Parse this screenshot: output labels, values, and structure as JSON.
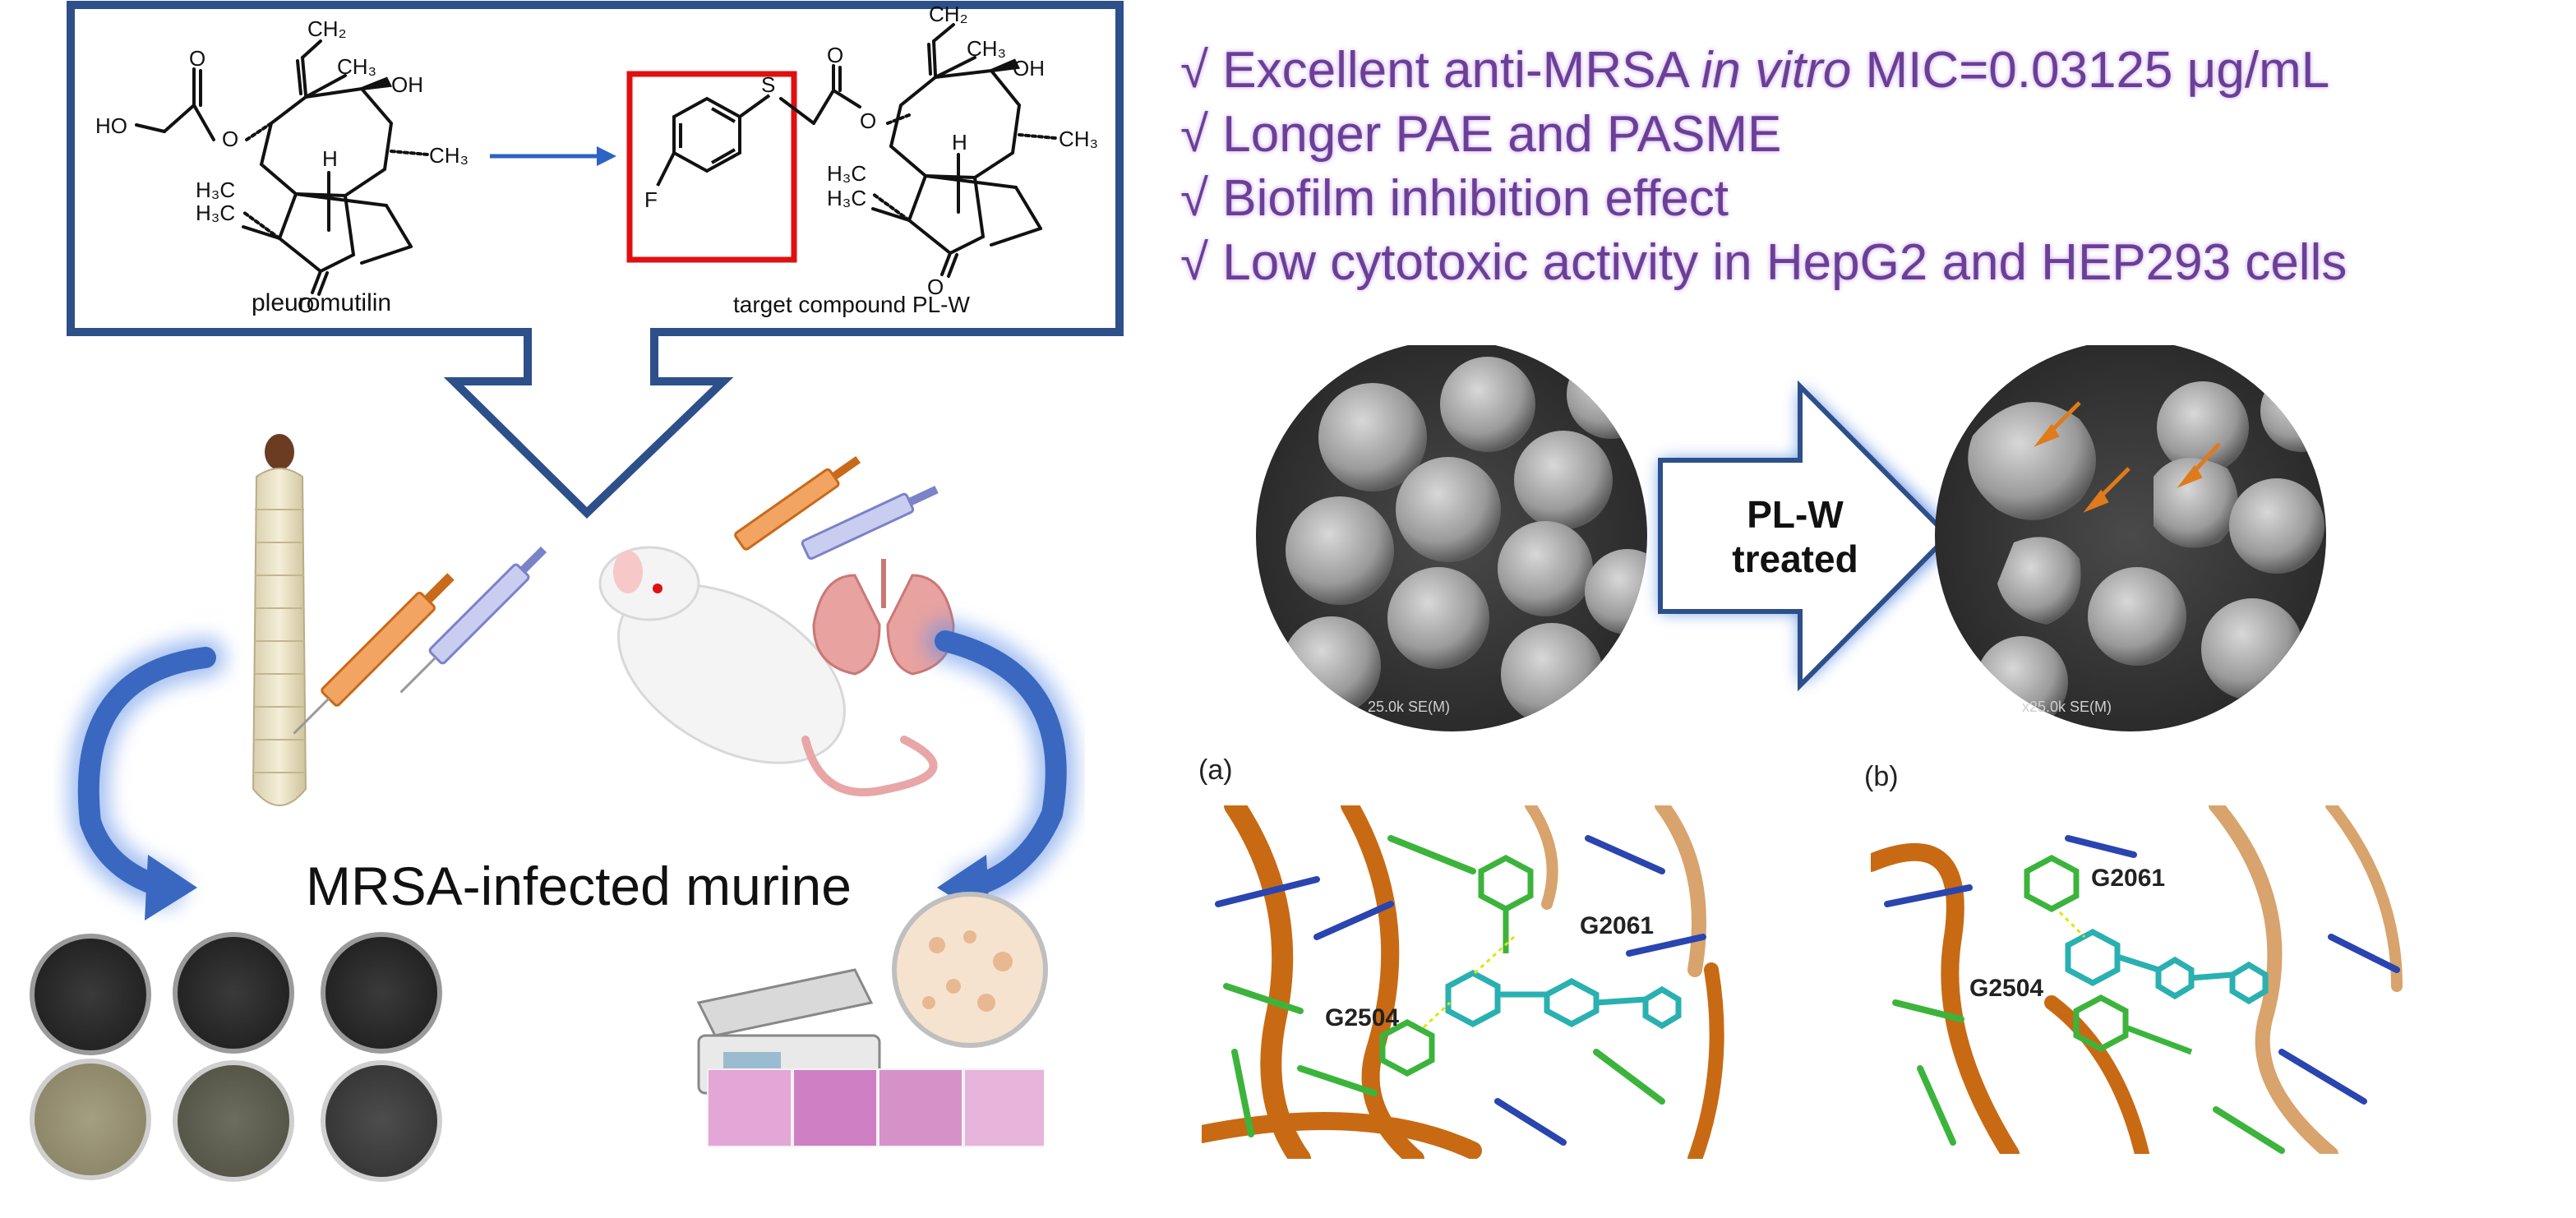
{
  "synthesis": {
    "starting_compound": "pleuromutilin",
    "target_compound": "target compound PL-W",
    "atom_labels": {
      "vinyl": "CH₂",
      "hydroxyl": "OH",
      "methyl_top": "CH₃",
      "methyl_right": "CH₃",
      "methyl_left": "H₃C",
      "methyl_left2": "H₃C",
      "bridge_h": "H",
      "carbonyl_o": "O",
      "ester_o": "O",
      "ho_group": "HO",
      "fluoro": "F",
      "sulfur": "S"
    }
  },
  "highlights": [
    {
      "check": "√",
      "text_before": "Excellent anti-MRSA ",
      "text_italic": "in vitro",
      "text_after": " MIC=0.03125 μg/mL"
    },
    {
      "check": "√",
      "text_before": "Longer PAE and PASME",
      "text_italic": "",
      "text_after": ""
    },
    {
      "check": "√",
      "text_before": "Biofilm inhibition effect",
      "text_italic": "",
      "text_after": ""
    },
    {
      "check": "√",
      "text_before": "Low cytotoxic activity in HepG2 and HEP293 cells",
      "text_italic": "",
      "text_after": ""
    }
  ],
  "sem": {
    "treatment_label_line1": "PL-W",
    "treatment_label_line2": "treated",
    "scale_left": "25.0k SE(M)",
    "scale_right": "x25.0k SE(M)"
  },
  "in_vivo": {
    "title": "MRSA-infected murine"
  },
  "docking": {
    "panel_a": {
      "label": "(a)",
      "residue_1": "G2061",
      "residue_2": "G2504"
    },
    "panel_b": {
      "label": "(b)",
      "residue_1": "G2061",
      "residue_2": "G2504"
    }
  },
  "colors": {
    "frame_blue": "#2d4f8a",
    "highlight_red": "#e01010",
    "claim_purple": "#6b3f96",
    "glow_blue": "#4a7fe0",
    "rna_orange": "#c86a14",
    "ligand_cyan": "#2ab0b0",
    "residue_green": "#3cb43c"
  }
}
